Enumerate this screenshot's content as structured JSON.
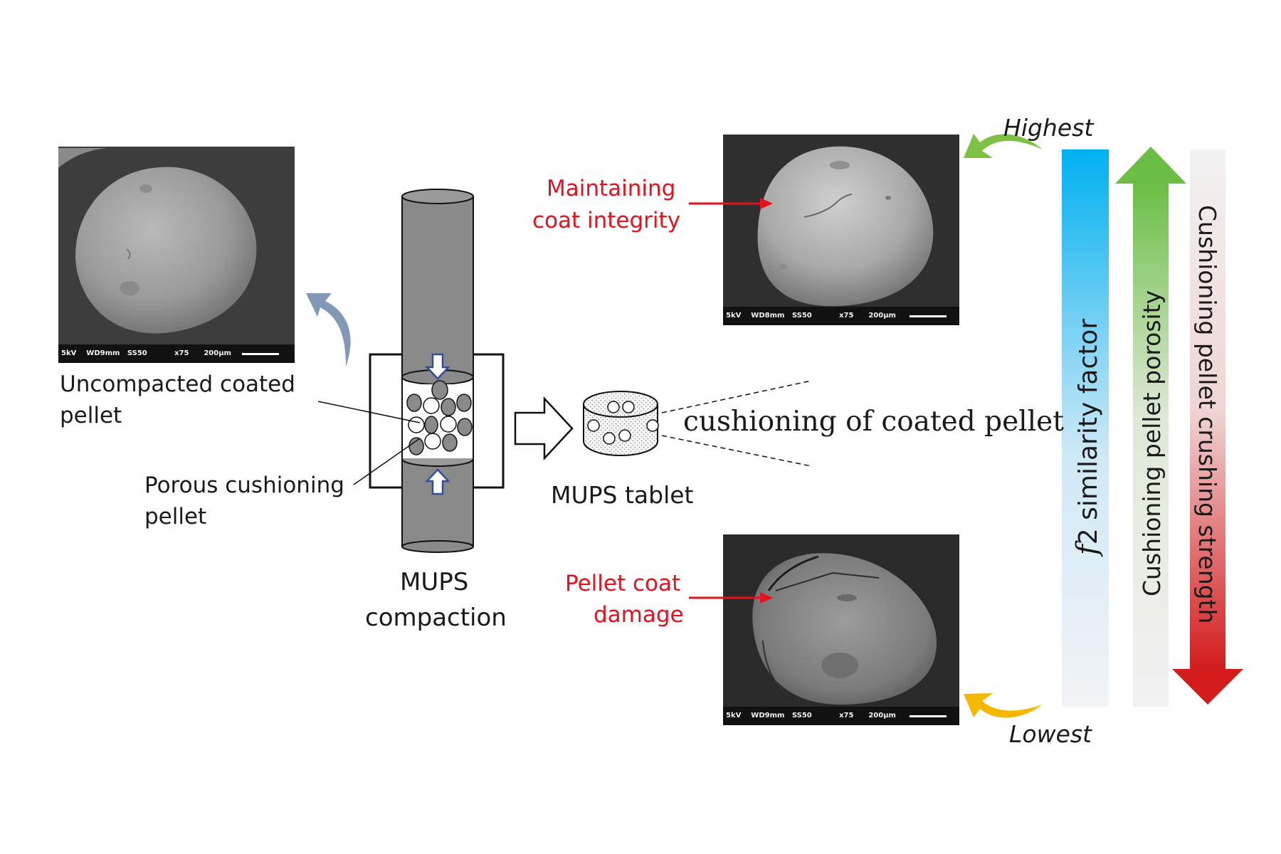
{
  "labels": {
    "uncompacted": [
      "Uncompacted coated",
      "pellet"
    ],
    "porous": [
      "Porous cushioning",
      "pellet"
    ],
    "compaction": [
      "MUPS",
      "compaction"
    ],
    "tablet": "MUPS tablet",
    "cushioning_coated": "cushioning of coated pellet",
    "maintaining": [
      "Maintaining",
      "coat integrity"
    ],
    "damage": [
      "Pellet coat",
      "damage"
    ],
    "highest": "Highest",
    "lowest": "Lowest",
    "f2_italic": "f",
    "f2_rest": "2 similarity factor",
    "porosity": "Cushioning pellet porosity",
    "crushing": "Cushioning pellet crushing strength"
  },
  "sem_bars": {
    "left": [
      "5kV",
      "WD9mm",
      "SS50",
      "x75",
      "200µm"
    ],
    "top_right": [
      "5kV",
      "WD8mm",
      "SS50",
      "x75",
      "200µm"
    ],
    "bottom_right": [
      "5kV",
      "WD9mm",
      "SS50",
      "x75",
      "200µm"
    ]
  },
  "colors": {
    "label_red": "#e3121c",
    "arrow_red": "#e3121c",
    "curved_arrow_blue": "#8199b7",
    "curved_arrow_green": "#7dc242",
    "curved_arrow_yellow": "#f5b800",
    "f2_bar_top": "#00b0f0",
    "porosity_arrow": "#6bbf45",
    "crushing_arrow": "#d31c1c"
  }
}
